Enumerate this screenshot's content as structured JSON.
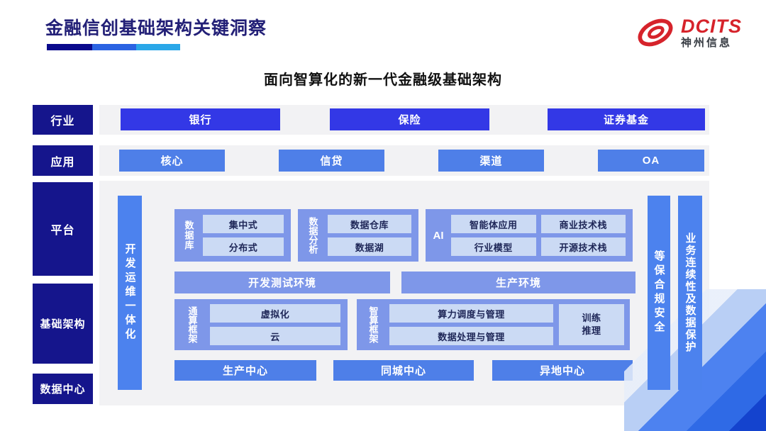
{
  "header": {
    "title": "金融信创基础架构关键洞察",
    "logo": {
      "brand": "DCITS",
      "subbrand": "神州信息"
    }
  },
  "diagram": {
    "title": "面向智算化的新一代金融级基础架构",
    "side_labels": [
      "行业",
      "应用",
      "平台",
      "基础架构",
      "数据中心"
    ],
    "industry_row": [
      "银行",
      "保险",
      "证券基金"
    ],
    "application_row": [
      "核心",
      "信贷",
      "渠道",
      "OA"
    ],
    "left_bar": "开发运维一体化",
    "right_bars": [
      "等保合规安全",
      "业务连续性及数据保护"
    ],
    "groups": {
      "database": {
        "label": "数据库",
        "items": [
          "集中式",
          "分布式"
        ]
      },
      "analytics": {
        "label": "数据分析",
        "items": [
          "数据仓库",
          "数据湖"
        ]
      },
      "ai": {
        "label": "AI",
        "items": [
          "智能体应用",
          "商业技术栈",
          "行业模型",
          "开源技术栈"
        ]
      },
      "general_compute": {
        "label": "通算框架",
        "items": [
          "虚拟化",
          "云"
        ]
      },
      "ai_compute": {
        "label": "智算框架",
        "items": [
          "算力调度与管理",
          "数据处理与管理"
        ],
        "side_item": "训练\n推理"
      }
    },
    "environments": [
      "开发测试环境",
      "生产环境"
    ],
    "centers": [
      "生产中心",
      "同城中心",
      "异地中心"
    ]
  },
  "colors": {
    "navy": "#15158c",
    "title_navy": "#232077",
    "royal": "#3338e6",
    "blue_mid": "#4e7fe8",
    "blue_bright": "#4c82ee",
    "periwinkle": "#7e97e9",
    "light_box": "#cbdaf4",
    "strip_gray": "#f2f2f4",
    "logo_red": "#d6232b"
  }
}
